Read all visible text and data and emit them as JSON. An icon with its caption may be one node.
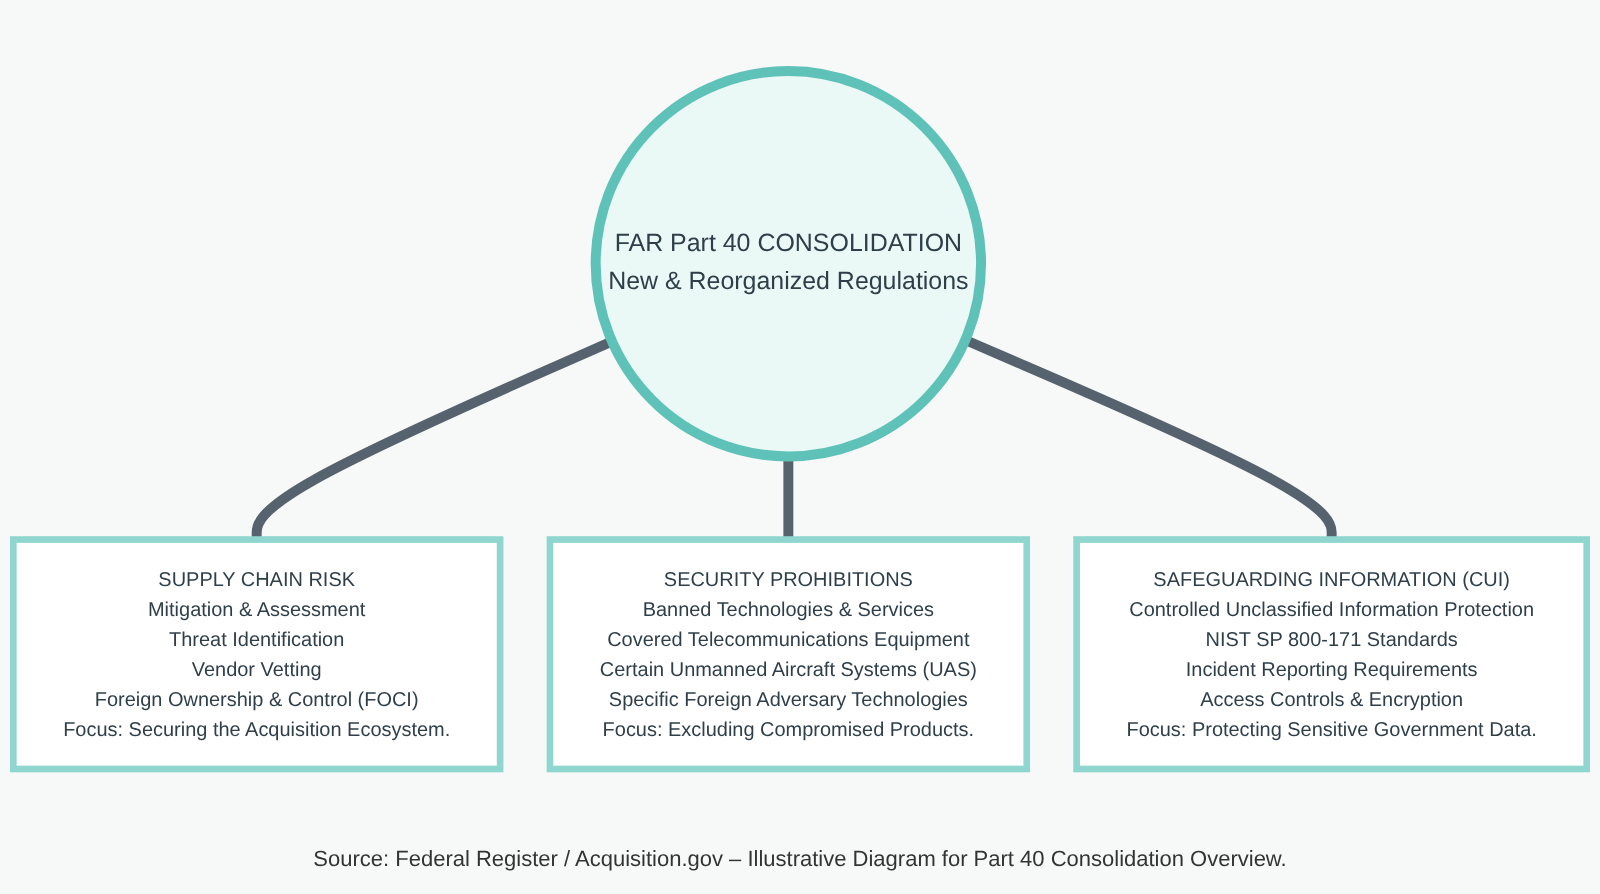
{
  "diagram": {
    "caption": "Source: Federal Register / Acquisition.gov – Illustrative Diagram for Part 40 Consolidation Overview.",
    "nodes": [
      {
        "text": [
          "FAR Part 40 CONSOLIDATION",
          "New & Reorganized Regulations"
        ]
      },
      {
        "text": [
          "SUPPLY CHAIN RISK",
          "Mitigation & Assessment",
          "Threat Identification",
          "Vendor Vetting",
          "Foreign Ownership & Control (FOCI)",
          "Focus: Securing the Acquisition Ecosystem."
        ]
      },
      {
        "text": [
          "SECURITY PROHIBITIONS",
          "Banned Technologies & Services",
          "Covered Telecommunications Equipment",
          "Certain Unmanned Aircraft Systems (UAS)",
          "Specific Foreign Adversary Technologies",
          "Focus: Excluding Compromised Products."
        ]
      },
      {
        "text": [
          "SAFEGUARDING INFORMATION (CUI)",
          "Controlled Unclassified Information Protection",
          "NIST SP 800-171 Standards",
          "Incident Reporting Requirements",
          "Access Controls & Encryption",
          "Focus: Protecting Sensitive Government Data."
        ]
      }
    ],
    "edges": [
      {
        "from": 0,
        "to": 1,
        "arrow": "none"
      },
      {
        "from": 0,
        "to": 2,
        "arrow": "none"
      },
      {
        "from": 0,
        "to": 3,
        "arrow": "none"
      }
    ]
  }
}
